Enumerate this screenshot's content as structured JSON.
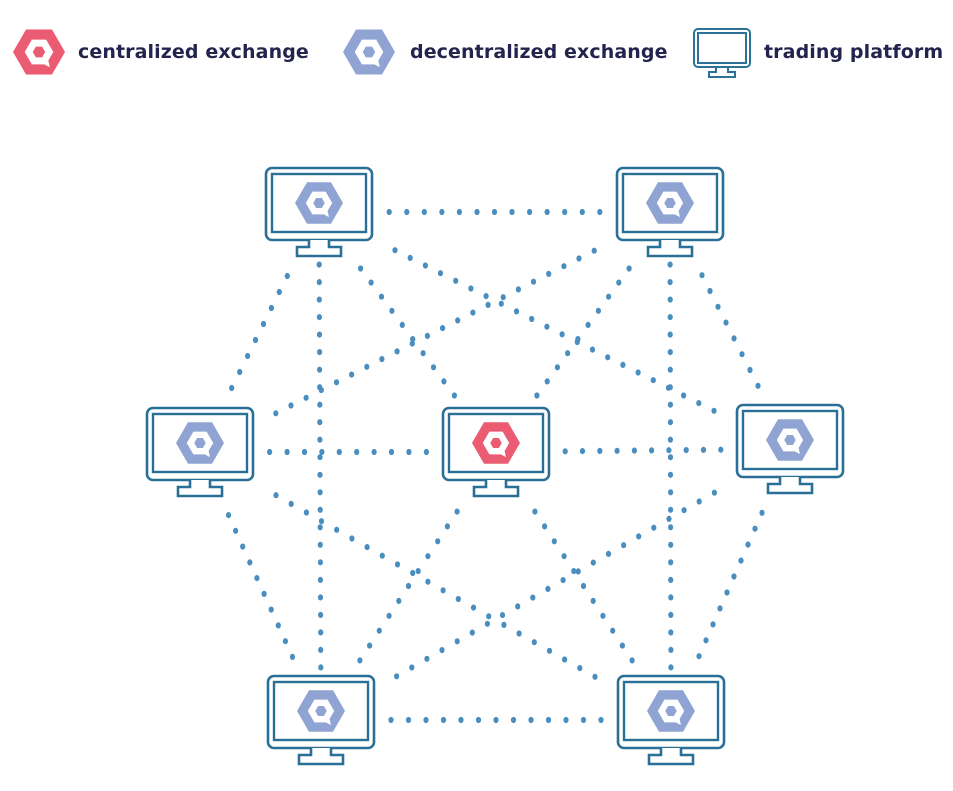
{
  "legend": {
    "items": [
      {
        "icon": "centralized-exchange-icon",
        "label": "centralized exchange",
        "color": "#e8445e"
      },
      {
        "icon": "decentralized-exchange-icon",
        "label": "decentralized exchange",
        "color": "#7f97cd"
      },
      {
        "icon": "trading-platform-icon",
        "label": "trading platform",
        "color": "#2c7198"
      }
    ]
  },
  "colors": {
    "monitor": "#2a6f96",
    "dots": "#4a8ec0",
    "centralized": "#e8445e",
    "decentralized": "#7f97cd",
    "text": "#23244d"
  },
  "nodes": [
    {
      "id": "top-left",
      "type": "decentralized"
    },
    {
      "id": "top-right",
      "type": "decentralized"
    },
    {
      "id": "middle-left",
      "type": "decentralized"
    },
    {
      "id": "center",
      "type": "centralized"
    },
    {
      "id": "middle-right",
      "type": "decentralized"
    },
    {
      "id": "bottom-left",
      "type": "decentralized"
    },
    {
      "id": "bottom-right",
      "type": "decentralized"
    }
  ],
  "connections": [
    [
      "top-left",
      "top-right"
    ],
    [
      "top-left",
      "middle-right"
    ],
    [
      "top-left",
      "middle-left"
    ],
    [
      "top-left",
      "bottom-left"
    ],
    [
      "top-left",
      "center"
    ],
    [
      "top-right",
      "middle-left"
    ],
    [
      "top-right",
      "center"
    ],
    [
      "top-right",
      "bottom-right"
    ],
    [
      "top-right",
      "middle-right"
    ],
    [
      "middle-left",
      "center"
    ],
    [
      "center",
      "middle-right"
    ],
    [
      "middle-left",
      "bottom-right"
    ],
    [
      "middle-left",
      "bottom-left"
    ],
    [
      "center",
      "bottom-left"
    ],
    [
      "center",
      "bottom-right"
    ],
    [
      "middle-right",
      "bottom-right"
    ],
    [
      "middle-right",
      "bottom-left"
    ],
    [
      "bottom-left",
      "bottom-right"
    ]
  ]
}
